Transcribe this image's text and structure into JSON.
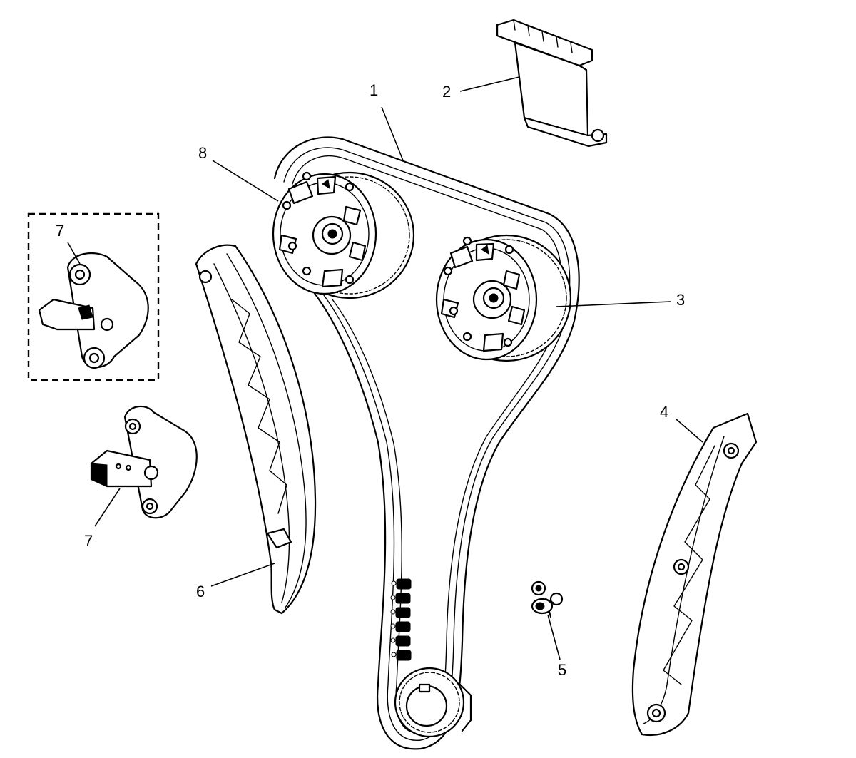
{
  "callouts": [
    {
      "id": "1",
      "label": "1"
    },
    {
      "id": "2",
      "label": "2"
    },
    {
      "id": "3",
      "label": "3"
    },
    {
      "id": "4",
      "label": "4"
    },
    {
      "id": "5",
      "label": "5"
    },
    {
      "id": "6",
      "label": "6"
    },
    {
      "id": "7a",
      "label": "7"
    },
    {
      "id": "7b",
      "label": "7"
    },
    {
      "id": "8",
      "label": "8"
    }
  ],
  "colors": {
    "line": "#000000",
    "background": "#ffffff"
  }
}
